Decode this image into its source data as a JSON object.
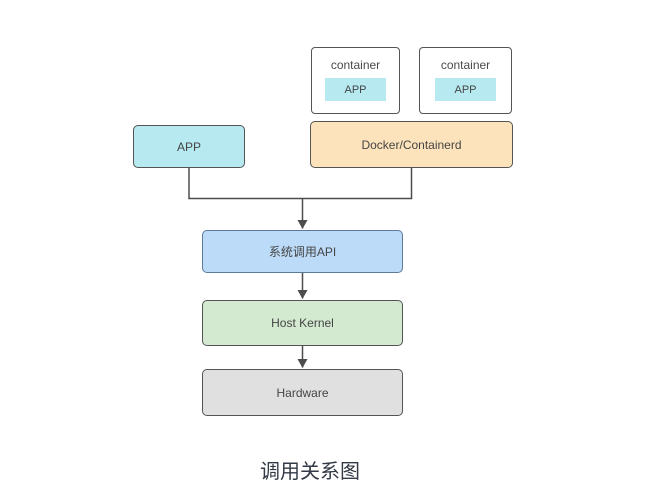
{
  "title": "调用关系图",
  "nodes": {
    "container1": {
      "label": "container",
      "app": "APP"
    },
    "container2": {
      "label": "container",
      "app": "APP"
    },
    "app": {
      "label": "APP"
    },
    "docker": {
      "label": "Docker/Containerd"
    },
    "syscall_api": {
      "label": "系统调用API"
    },
    "host_kernel": {
      "label": "Host Kernel"
    },
    "hardware": {
      "label": "Hardware"
    }
  },
  "edges": [
    {
      "from": "app",
      "to": "syscall_api"
    },
    {
      "from": "docker",
      "to": "syscall_api"
    },
    {
      "from": "syscall_api",
      "to": "host_kernel"
    },
    {
      "from": "host_kernel",
      "to": "hardware"
    }
  ],
  "colors": {
    "cyan_fill": "#b7e9f1",
    "orange_fill": "#fce3bb",
    "blue_fill": "#bcdbf8",
    "blue_border": "#5d7b99",
    "green_fill": "#d3ead0",
    "gray_fill": "#e0e0e0",
    "box_border": "#545454",
    "connector": "#4d4d4d",
    "title_text": "#333a45"
  }
}
